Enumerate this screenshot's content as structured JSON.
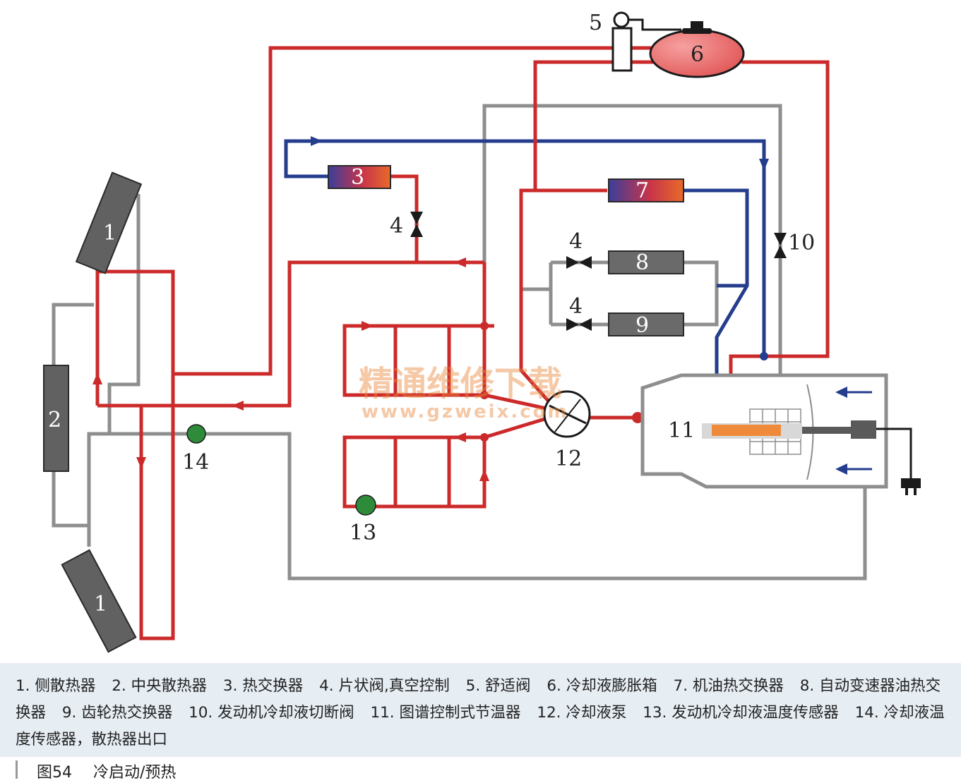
{
  "colors": {
    "hot_line": "#cc2a2a",
    "cold_line": "#243d8c",
    "return_line": "#8e8e8e",
    "component_gray": "#616161",
    "sensor_green": "#2e8b3a",
    "legend_bg": "#e6edf3",
    "watermark": "#e8843a"
  },
  "diagram": {
    "labels": {
      "c1_top": "1",
      "c1_bottom": "1",
      "c2": "2",
      "c3": "3",
      "c4_top": "4",
      "c4_mid": "4",
      "c4_low": "4",
      "c5": "5",
      "c6": "6",
      "c7": "7",
      "c8": "8",
      "c9": "9",
      "c10": "10",
      "c11": "11",
      "c12": "12",
      "c13": "13",
      "c14": "14"
    },
    "watermark_cn": "精通维修下载",
    "watermark_url": "www.gzweix.com"
  },
  "legend": {
    "items": [
      "1. 侧散热器",
      "2. 中央散热器",
      "3. 热交换器",
      "4. 片状阀,真空控制",
      "5. 舒适阀",
      "6. 冷却液膨胀箱",
      "7. 机油热交换器",
      "8. 自动变速器油热交换器",
      "9.  齿轮热交换器",
      "10. 发动机冷却液切断阀",
      "11. 图谱控制式节温器",
      "12. 冷却液泵",
      "13. 发动机冷却液温度传感器",
      "14. 冷却液温度传感器，散热器出口"
    ]
  },
  "caption": {
    "figure": "图54",
    "title": "冷启动/预热"
  }
}
